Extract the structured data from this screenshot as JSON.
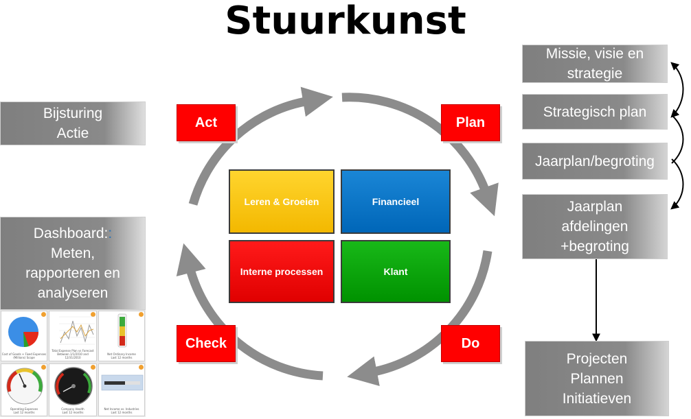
{
  "title": "Stuurkunst",
  "left": {
    "bijsturing": [
      "Bijsturing",
      "Actie"
    ],
    "dashboard": {
      "first": "Dashboard:",
      "dots": ":",
      "lines": [
        "Meten,",
        "rapporteren en",
        "analyseren"
      ]
    }
  },
  "cycle": {
    "act": "Act",
    "plan": "Plan",
    "do": "Do",
    "check": "Check"
  },
  "quadrants": [
    {
      "label": "Leren & Groeien",
      "color": "#ffc000"
    },
    {
      "label": "Financieel",
      "color": "#0070c0"
    },
    {
      "label": "Interne processen",
      "color": "#ff0000"
    },
    {
      "label": "Klant",
      "color": "#00a000"
    }
  ],
  "right": {
    "missie": [
      "Missie, visie en",
      "strategie"
    ],
    "strategisch": [
      "Strategisch plan"
    ],
    "jaarplan": [
      "Jaarplan/begroting"
    ],
    "afdelingen": [
      "Jaarplan",
      "afdelingen",
      "+begroting"
    ],
    "projecten": [
      "Projecten",
      "Plannen",
      "Initiatieven"
    ]
  },
  "dashboard_panels": [
    {
      "caption": [
        "Cost of Goods + Fixed Expenses",
        "(Millions) Scope"
      ]
    },
    {
      "caption": [
        "Total Expense Plan vs Forecast",
        "Between 1/1/2010 and 12/31/2010"
      ]
    },
    {
      "caption": [
        "Net Ordinary Income",
        "Last 12 months"
      ]
    },
    {
      "caption": [
        "Operating Expenses",
        "Last 12 months"
      ]
    },
    {
      "caption": [
        "Company Health",
        "Last 12 months"
      ]
    },
    {
      "caption": [
        "Net Income vs. Industries",
        "Last 12 months"
      ]
    }
  ],
  "colors": {
    "box_gray": "#8a8a8a",
    "arrow_gray": "#8c8c8c",
    "red": "#ff0000"
  }
}
